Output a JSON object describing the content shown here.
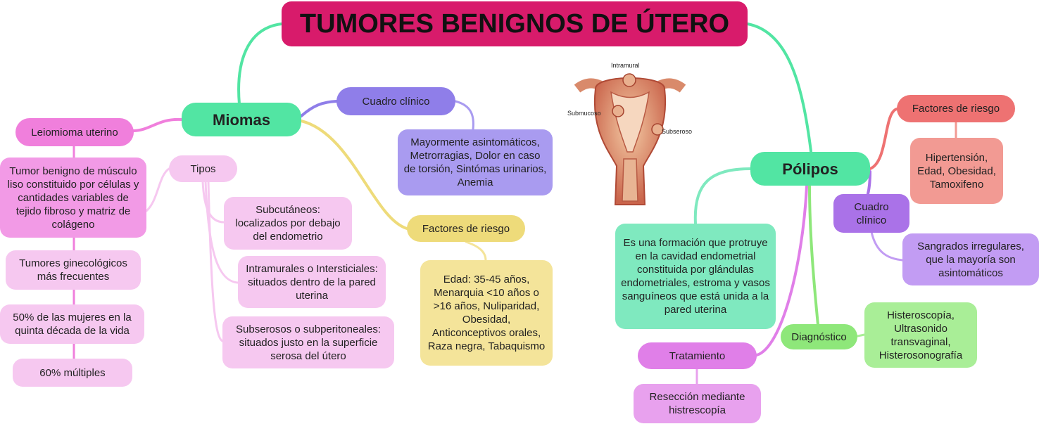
{
  "title": "TUMORES BENIGNOS DE ÚTERO",
  "colors": {
    "title": "#d81b6b",
    "main": "#52e5a3",
    "pink_label": "#f07fdc",
    "pink_box": "#f29ae6",
    "pink_light": "#f6c8f0",
    "purple": "#8f7ee9",
    "purple_light": "#a99bf0",
    "yellow": "#eedb7a",
    "yellow_light": "#f4e49a",
    "red": "#ee7272",
    "red_light": "#f29a93",
    "violet": "#aa72e8",
    "violet_light": "#c29cf3",
    "mint": "#7fe9bf",
    "green": "#8ee77a",
    "green_light": "#a9ee97",
    "magenta": "#e07fe8",
    "magenta_light": "#e8a1ee"
  },
  "miomas": {
    "label": "Miomas",
    "leiomioma": {
      "label": "Leiomioma uterino",
      "description": "Tumor benigno de músculo liso constituido por células y cantidades variables de tejido fibroso y matriz de colágeno",
      "fact1": "Tumores ginecológicos más frecuentes",
      "fact2": "50% de las mujeres en la quinta década de la vida",
      "fact3": "60% múltiples"
    },
    "tipos": {
      "label": "Tipos",
      "items": [
        "Subcutáneos: localizados por debajo del endometrio",
        "Intramurales o Intersticiales: situados dentro de la pared uterina",
        "Subserosos o subperitoneales: situados justo en la superficie serosa del útero"
      ]
    },
    "cuadro_clinico": {
      "label": "Cuadro clínico",
      "text": "Mayormente asintomáticos, Metrorragias, Dolor en caso de torsión, Sintómas urinarios, Anemia"
    },
    "factores_riesgo": {
      "label": "Factores de riesgo",
      "text": "Edad: 35-45 años, Menarquia <10 años o >16 años, Nuliparidad, Obesidad, Anticonceptivos orales, Raza negra, Tabaquismo"
    }
  },
  "image_labels": {
    "intramural": "Intramural",
    "submucoso": "Submucoso",
    "subseroso": "Subseroso"
  },
  "polipos": {
    "label": "Pólipos",
    "definition": "Es una formación que protruye en la cavidad endometrial constituida por glándulas endometriales, estroma y vasos sanguíneos que está unida a la pared uterina",
    "factores_riesgo": {
      "label": "Factores de riesgo",
      "text": "Hipertensión, Edad, Obesidad, Tamoxifeno"
    },
    "cuadro_clinico": {
      "label": "Cuadro clínico",
      "text": "Sangrados irregulares, que la mayoría son asintomáticos"
    },
    "diagnostico": {
      "label": "Diagnóstico",
      "text": "Histeroscopía, Ultrasonido transvaginal, Histerosonografía"
    },
    "tratamiento": {
      "label": "Tratamiento",
      "text": "Resección mediante histrescopía"
    }
  }
}
